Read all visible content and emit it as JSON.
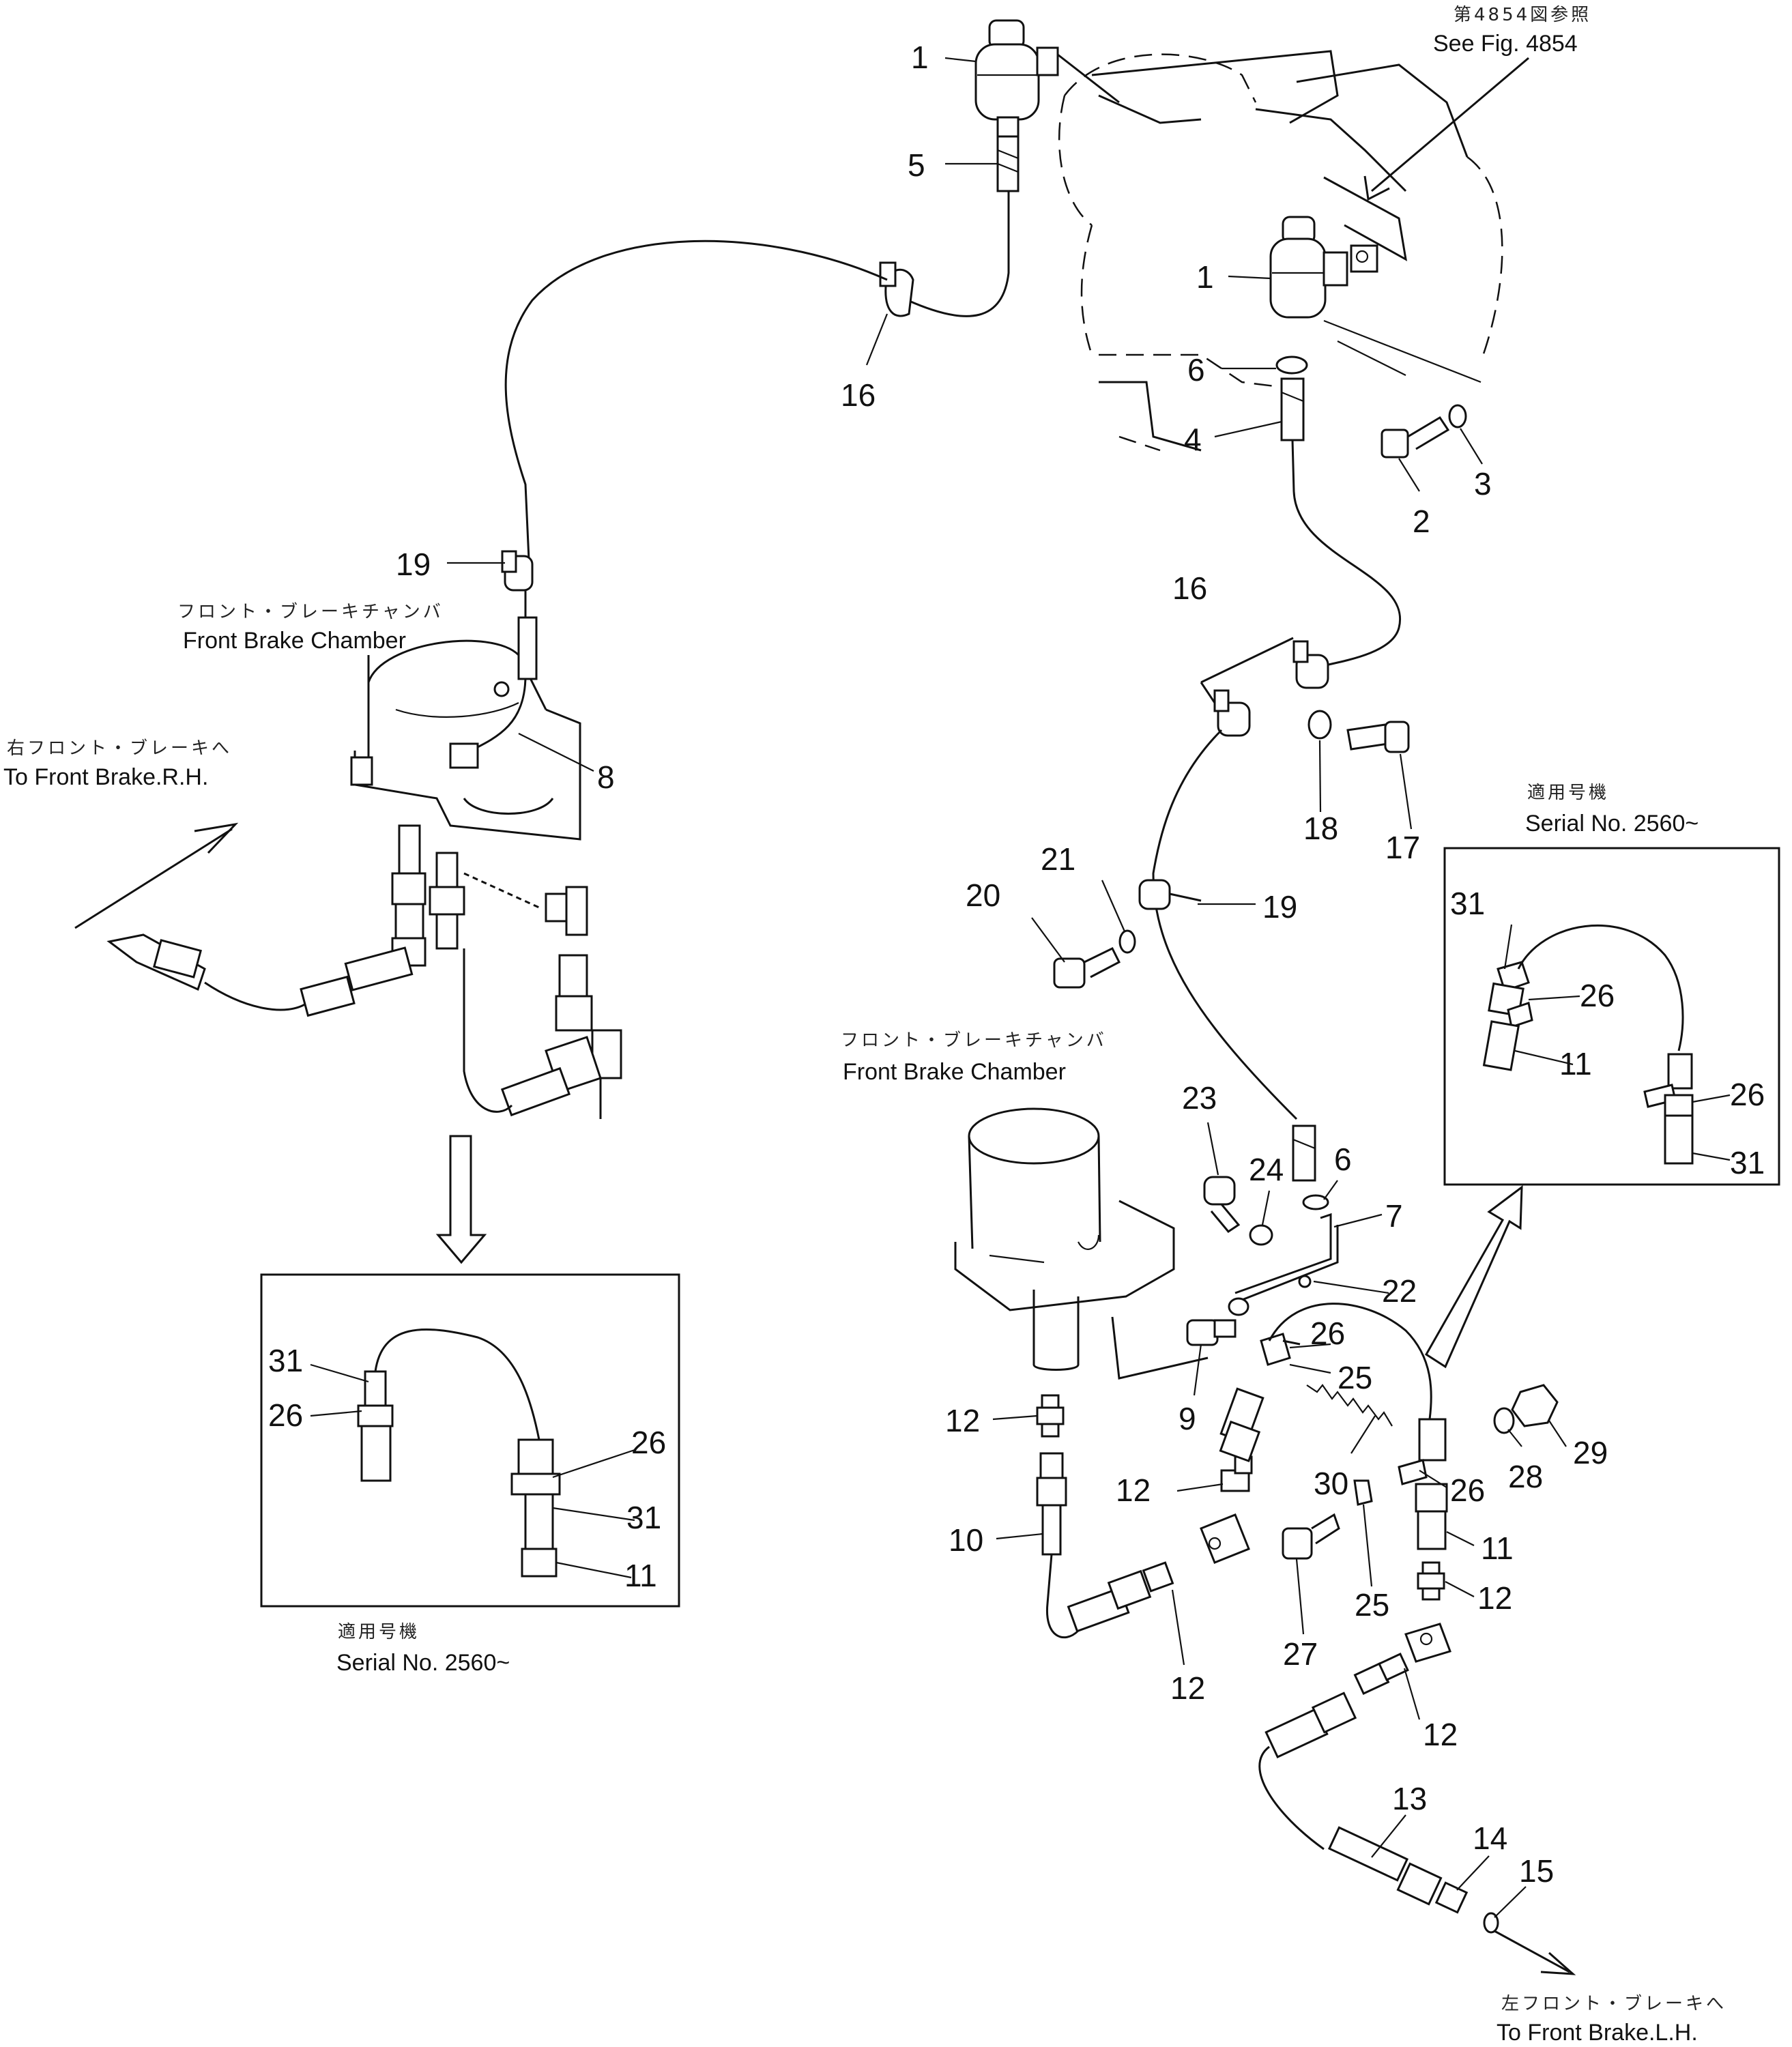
{
  "callouts": [
    {
      "id": "c1a",
      "text": "1"
    },
    {
      "id": "c5",
      "text": "5"
    },
    {
      "id": "c16a",
      "text": "16"
    },
    {
      "id": "c1b",
      "text": "1"
    },
    {
      "id": "c6a",
      "text": "6"
    },
    {
      "id": "c4",
      "text": "4"
    },
    {
      "id": "c2",
      "text": "2"
    },
    {
      "id": "c3",
      "text": "3"
    },
    {
      "id": "c19a",
      "text": "19"
    },
    {
      "id": "c8",
      "text": "8"
    },
    {
      "id": "c16b",
      "text": "16"
    },
    {
      "id": "c18",
      "text": "18"
    },
    {
      "id": "c17",
      "text": "17"
    },
    {
      "id": "c21",
      "text": "21"
    },
    {
      "id": "c20",
      "text": "20"
    },
    {
      "id": "c19b",
      "text": "19"
    },
    {
      "id": "c23",
      "text": "23"
    },
    {
      "id": "c24",
      "text": "24"
    },
    {
      "id": "c6b",
      "text": "6"
    },
    {
      "id": "c7",
      "text": "7"
    },
    {
      "id": "c22",
      "text": "22"
    },
    {
      "id": "c9",
      "text": "9"
    },
    {
      "id": "c26a",
      "text": "26"
    },
    {
      "id": "c25a",
      "text": "25"
    },
    {
      "id": "c12a",
      "text": "12"
    },
    {
      "id": "c10",
      "text": "10"
    },
    {
      "id": "c12b",
      "text": "12"
    },
    {
      "id": "c30",
      "text": "30"
    },
    {
      "id": "c12c",
      "text": "12"
    },
    {
      "id": "c27",
      "text": "27"
    },
    {
      "id": "c25b",
      "text": "25"
    },
    {
      "id": "c26b",
      "text": "26"
    },
    {
      "id": "c11a",
      "text": "11"
    },
    {
      "id": "c12d",
      "text": "12"
    },
    {
      "id": "c28",
      "text": "28"
    },
    {
      "id": "c29",
      "text": "29"
    },
    {
      "id": "c12e",
      "text": "12"
    },
    {
      "id": "c13",
      "text": "13"
    },
    {
      "id": "c14",
      "text": "14"
    },
    {
      "id": "c15",
      "text": "15"
    },
    {
      "id": "l31a",
      "text": "31"
    },
    {
      "id": "l26a",
      "text": "26"
    },
    {
      "id": "l26b",
      "text": "26"
    },
    {
      "id": "l31b",
      "text": "31"
    },
    {
      "id": "l11",
      "text": "11"
    },
    {
      "id": "r31a",
      "text": "31"
    },
    {
      "id": "r26a",
      "text": "26"
    },
    {
      "id": "r11",
      "text": "11"
    },
    {
      "id": "r26b",
      "text": "26"
    },
    {
      "id": "r31b",
      "text": "31"
    }
  ],
  "captions": {
    "see_fig_jp": "第4854図参照",
    "see_fig_en": "See Fig. 4854",
    "front_chamber_top_jp": "フロント・ブレーキチャンバ",
    "front_chamber_top_en": "Front Brake Chamber",
    "front_chamber_bottom_jp": "フロント・ブレーキチャンバ",
    "front_chamber_bottom_en": "Front Brake Chamber",
    "to_rh_jp": "右フロント・ブレーキへ",
    "to_rh_en": "To Front Brake.R.H.",
    "to_lh_jp": "左フロント・ブレーキへ",
    "to_lh_en": "To Front Brake.L.H.",
    "serial_left_jp": "適用号機",
    "serial_left_en": "Serial No. 2560~",
    "serial_right_jp": "適用号機",
    "serial_right_en": "Serial No. 2560~"
  }
}
